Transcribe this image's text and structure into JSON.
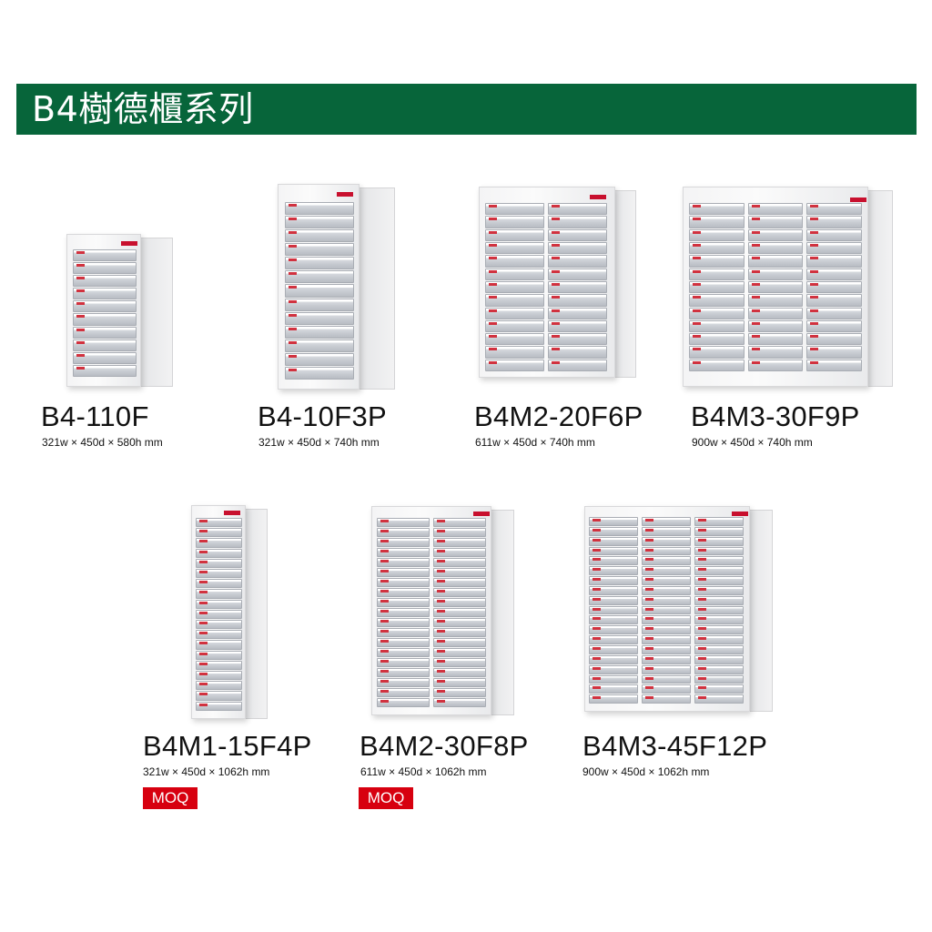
{
  "header": {
    "title": "B4樹德櫃系列",
    "background_color": "#07653a",
    "text_color": "#ffffff"
  },
  "badge_color": "#d7000f",
  "products": [
    {
      "model": "B4-110F",
      "dimensions": "321w × 450d × 580h mm",
      "moq": null,
      "columns": 1,
      "drawers_per_column": 10,
      "icon": "filing-cabinet-image"
    },
    {
      "model": "B4-10F3P",
      "dimensions": "321w × 450d × 740h mm",
      "moq": null,
      "columns": 1,
      "drawers_per_column": 13,
      "icon": "filing-cabinet-image"
    },
    {
      "model": "B4M2-20F6P",
      "dimensions": "611w × 450d × 740h mm",
      "moq": null,
      "columns": 2,
      "drawers_per_column": 13,
      "icon": "filing-cabinet-image"
    },
    {
      "model": "B4M3-30F9P",
      "dimensions": "900w × 450d × 740h mm",
      "moq": null,
      "columns": 3,
      "drawers_per_column": 13,
      "icon": "filing-cabinet-image"
    },
    {
      "model": "B4M1-15F4P",
      "dimensions": "321w × 450d × 1062h mm",
      "moq": "MOQ",
      "columns": 1,
      "drawers_per_column": 19,
      "icon": "filing-cabinet-image"
    },
    {
      "model": "B4M2-30F8P",
      "dimensions": "611w × 450d × 1062h mm",
      "moq": "MOQ",
      "columns": 2,
      "drawers_per_column": 19,
      "icon": "filing-cabinet-image"
    },
    {
      "model": "B4M3-45F12P",
      "dimensions": "900w × 450d × 1062h mm",
      "moq": null,
      "columns": 3,
      "drawers_per_column": 19,
      "icon": "filing-cabinet-image"
    }
  ]
}
